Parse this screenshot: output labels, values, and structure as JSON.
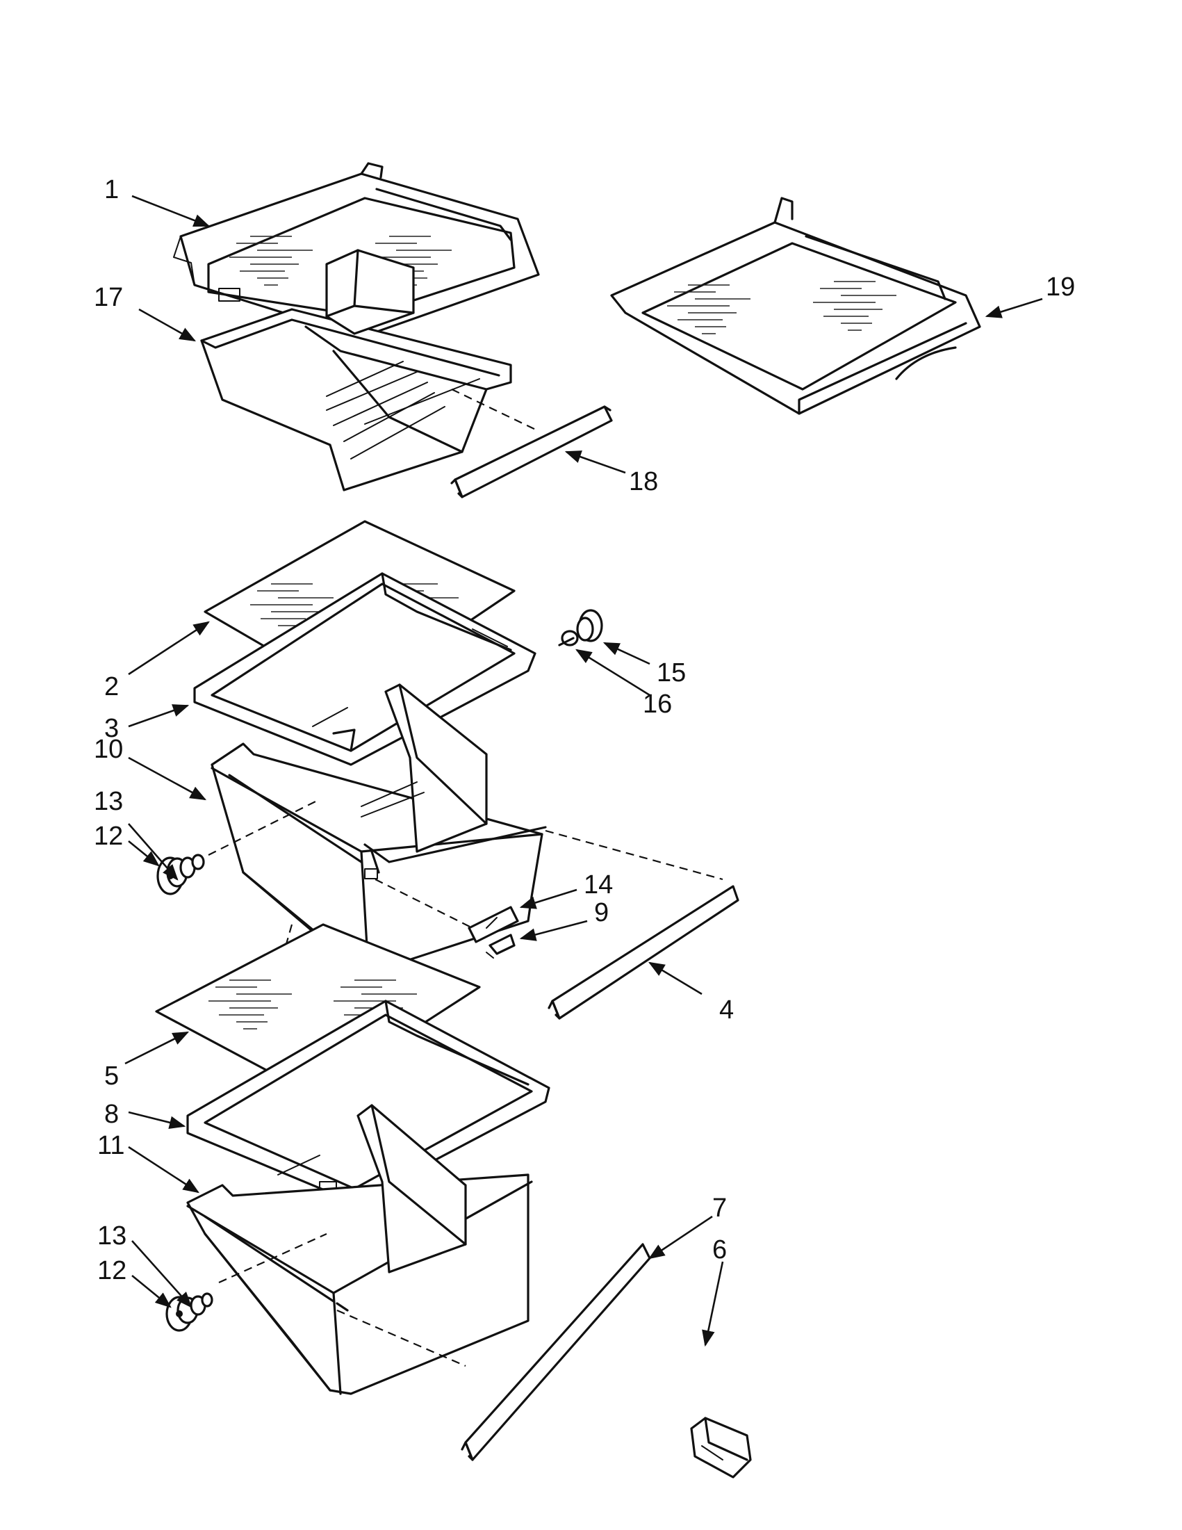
{
  "callouts": {
    "c1": "1",
    "c17": "17",
    "c18": "18",
    "c19": "19",
    "c2": "2",
    "c3": "3",
    "c10": "10",
    "c13a": "13",
    "c12a": "12",
    "c15": "15",
    "c16": "16",
    "c14": "14",
    "c9": "9",
    "c4": "4",
    "c5": "5",
    "c8": "8",
    "c11": "11",
    "c7": "7",
    "c6": "6",
    "c13b": "13",
    "c12b": "12"
  }
}
